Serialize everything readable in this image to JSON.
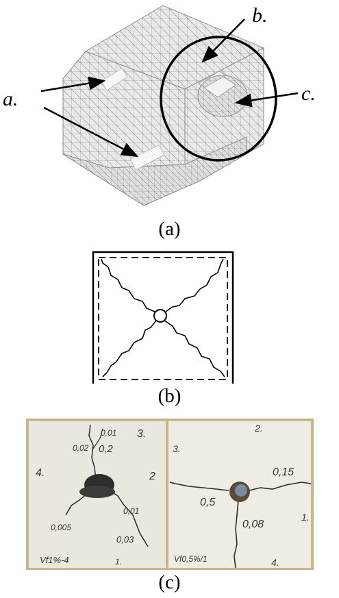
{
  "panel_a": {
    "caption": "(a)",
    "labels": {
      "a": "a.",
      "b": "b.",
      "c": "c."
    }
  },
  "panel_b": {
    "caption": "(b)"
  },
  "panel_c": {
    "caption": "(c)",
    "left_specimen": {
      "annotations": [
        "0,01",
        "0,02",
        "0,2",
        "3.",
        "4.",
        "2",
        "0,01",
        "0,005",
        "0,03",
        "Vf1%-4",
        "1."
      ]
    },
    "right_specimen": {
      "annotations": [
        "2.",
        "3.",
        "0,15",
        "0,5",
        "0,08",
        "1.",
        "Vf0,5%/1",
        "4."
      ]
    }
  },
  "colors": {
    "mesh_fill": "#e6e6e6",
    "mesh_line": "#9a9a9a",
    "photo_background": "#c6b788",
    "specimen": "#eeece4",
    "crack": "#222222"
  }
}
